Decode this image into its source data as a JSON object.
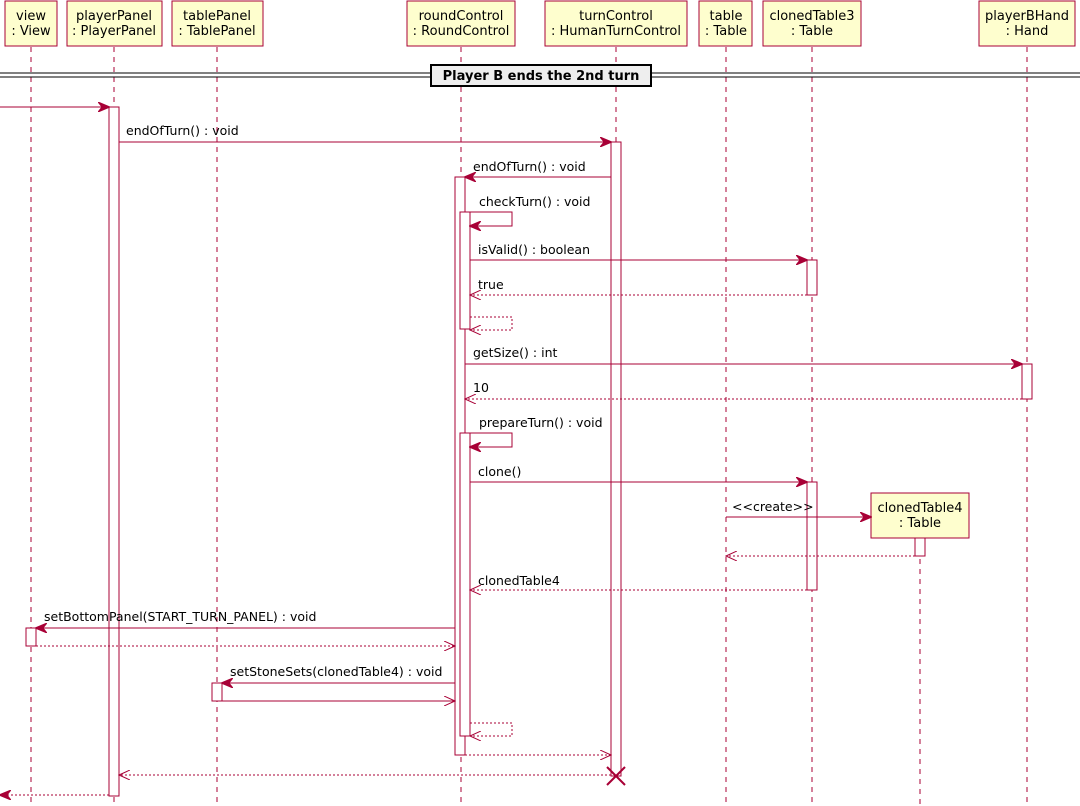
{
  "colors": {
    "participant_fill": "#FEFECE",
    "border": "#A80036",
    "lifeline": "#A80036",
    "activation_fill": "#FFFFFF"
  },
  "participants": [
    {
      "id": "view",
      "line1": "view",
      "line2": ": View"
    },
    {
      "id": "playerPanel",
      "line1": "playerPanel",
      "line2": ": PlayerPanel"
    },
    {
      "id": "tablePanel",
      "line1": "tablePanel",
      "line2": ": TablePanel"
    },
    {
      "id": "roundControl",
      "line1": "roundControl",
      "line2": ": RoundControl"
    },
    {
      "id": "turnControl",
      "line1": "turnControl",
      "line2": ": HumanTurnControl"
    },
    {
      "id": "table",
      "line1": "table",
      "line2": ": Table"
    },
    {
      "id": "clonedTable3",
      "line1": "clonedTable3",
      "line2": ": Table"
    },
    {
      "id": "playerBHand",
      "line1": "playerBHand",
      "line2": ": Hand"
    }
  ],
  "created_participant": {
    "id": "clonedTable4",
    "line1": "clonedTable4",
    "line2": ": Table"
  },
  "divider": {
    "label": "Player B ends the 2nd turn"
  },
  "messages": [
    {
      "from": "left-edge",
      "to": "playerPanel",
      "label": "",
      "kind": "sync"
    },
    {
      "from": "playerPanel",
      "to": "turnControl",
      "label": "endOfTurn() : void",
      "kind": "sync"
    },
    {
      "from": "turnControl",
      "to": "roundControl",
      "label": "endOfTurn() : void",
      "kind": "sync"
    },
    {
      "from": "roundControl",
      "to": "roundControl",
      "label": "checkTurn() : void",
      "kind": "self"
    },
    {
      "from": "roundControl",
      "to": "clonedTable3",
      "label": "isValid() : boolean",
      "kind": "sync"
    },
    {
      "from": "clonedTable3",
      "to": "roundControl",
      "label": "true",
      "kind": "return"
    },
    {
      "from": "roundControl",
      "to": "roundControl",
      "label": "",
      "kind": "self-return"
    },
    {
      "from": "roundControl",
      "to": "playerBHand",
      "label": "getSize() : int",
      "kind": "sync"
    },
    {
      "from": "playerBHand",
      "to": "roundControl",
      "label": "10",
      "kind": "return"
    },
    {
      "from": "roundControl",
      "to": "roundControl",
      "label": "prepareTurn() : void",
      "kind": "self"
    },
    {
      "from": "roundControl",
      "to": "clonedTable3",
      "label": "clone()",
      "kind": "sync"
    },
    {
      "from": "table",
      "to": "clonedTable4",
      "label": "<<create>>",
      "kind": "create"
    },
    {
      "from": "clonedTable4",
      "to": "table",
      "label": "",
      "kind": "return"
    },
    {
      "from": "clonedTable3",
      "to": "roundControl",
      "label": "clonedTable4",
      "kind": "return"
    },
    {
      "from": "roundControl",
      "to": "view",
      "label": "setBottomPanel(START_TURN_PANEL) : void",
      "kind": "sync"
    },
    {
      "from": "view",
      "to": "roundControl",
      "label": "",
      "kind": "return"
    },
    {
      "from": "roundControl",
      "to": "tablePanel",
      "label": "setStoneSets(clonedTable4) : void",
      "kind": "sync"
    },
    {
      "from": "tablePanel",
      "to": "roundControl",
      "label": "",
      "kind": "return"
    },
    {
      "from": "roundControl",
      "to": "roundControl",
      "label": "",
      "kind": "self-return"
    },
    {
      "from": "roundControl",
      "to": "turnControl",
      "label": "",
      "kind": "return"
    },
    {
      "from": "turnControl",
      "to": "playerPanel",
      "label": "",
      "kind": "return"
    },
    {
      "from": "playerPanel",
      "to": "left-edge",
      "label": "",
      "kind": "return"
    }
  ],
  "destroyed": [
    "turnControl"
  ]
}
